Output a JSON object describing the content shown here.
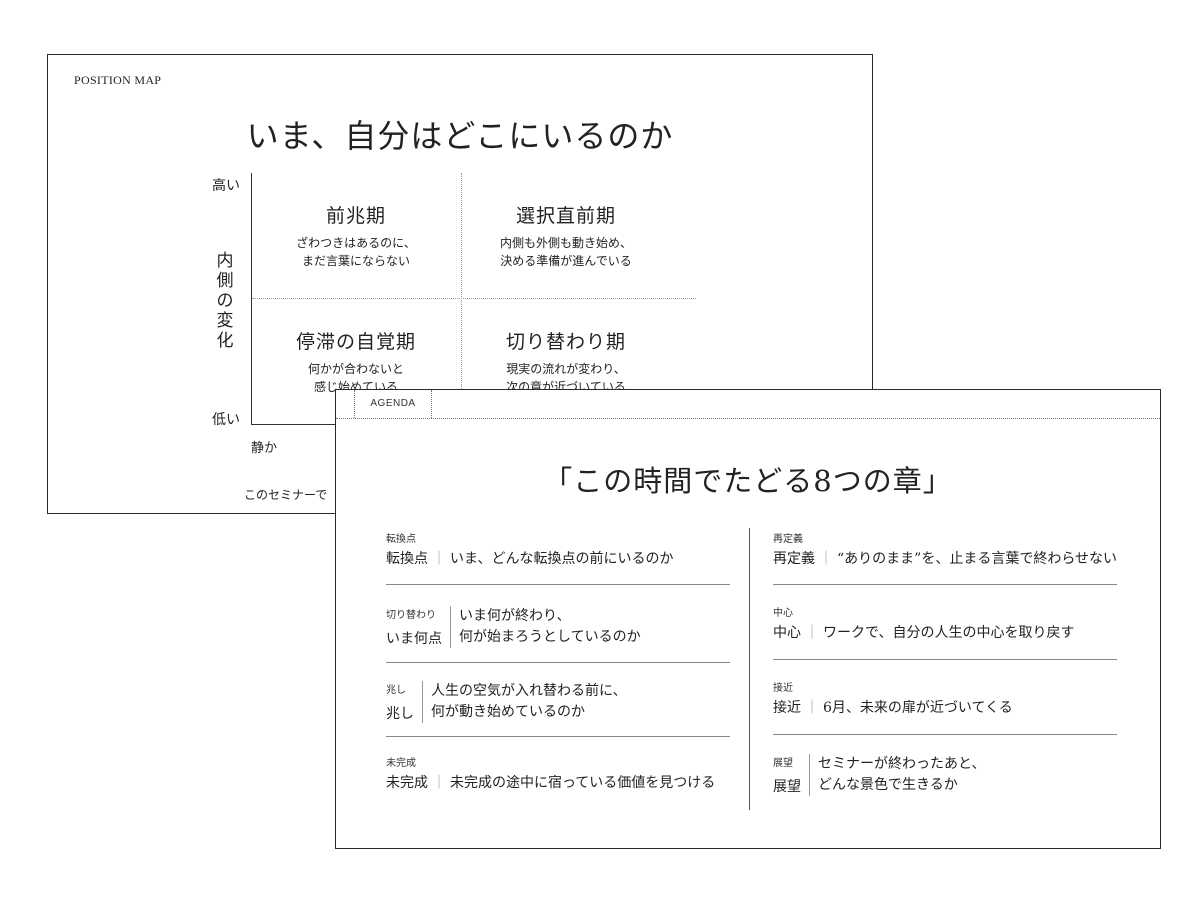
{
  "map_slide": {
    "tag": "POSITION MAP",
    "title": "いま、自分はどこにいるのか",
    "y_high": "高い",
    "y_low": "低い",
    "y_axis_title": [
      "内",
      "側",
      "の",
      "変",
      "化"
    ],
    "x_left": "静か",
    "footer": "このセミナーで",
    "quadrants": [
      {
        "title": "前兆期",
        "desc1": "ざわつきはあるのに、",
        "desc2": "まだ言葉にならない"
      },
      {
        "title": "選択直前期",
        "desc1": "内側も外側も動き始め、",
        "desc2": "決める準備が進んでいる"
      },
      {
        "title": "停滞の自覚期",
        "desc1": "何かが合わないと",
        "desc2": "感じ始めている"
      },
      {
        "title": "切り替わり期",
        "desc1": "現実の流れが変わり、",
        "desc2": "次の章が近づいている"
      }
    ]
  },
  "agenda_slide": {
    "tag": "AGENDA",
    "title": "「この時間でたどる8つの章」",
    "left_items": [
      {
        "small": "転換点",
        "label": "転換点",
        "text": "いま、どんな転換点の前にいるのか"
      },
      {
        "small": "切り替わり",
        "label": "いま何点",
        "text1": "いま何が終わり、",
        "text2": "何が始まろうとしているのか"
      },
      {
        "small": "兆し",
        "label": "兆し",
        "text1": "人生の空気が入れ替わる前に、",
        "text2": "何が動き始めているのか"
      },
      {
        "small": "未完成",
        "label": "未完成",
        "text": "未完成の途中に宿っている価値を見つける"
      }
    ],
    "right_items": [
      {
        "small": "再定義",
        "label": "再定義",
        "text": "“ありのまま”を、止まる言葉で終わらせない"
      },
      {
        "small": "中心",
        "label": "中心",
        "text": "ワークで、自分の人生の中心を取り戻す"
      },
      {
        "small": "接近",
        "label": "接近",
        "text": "6月、未来の扉が近づいてくる"
      },
      {
        "small": "展望",
        "label": "展望",
        "text1": "セミナーが終わったあと、",
        "text2": "どんな景色で生きるか"
      }
    ]
  }
}
